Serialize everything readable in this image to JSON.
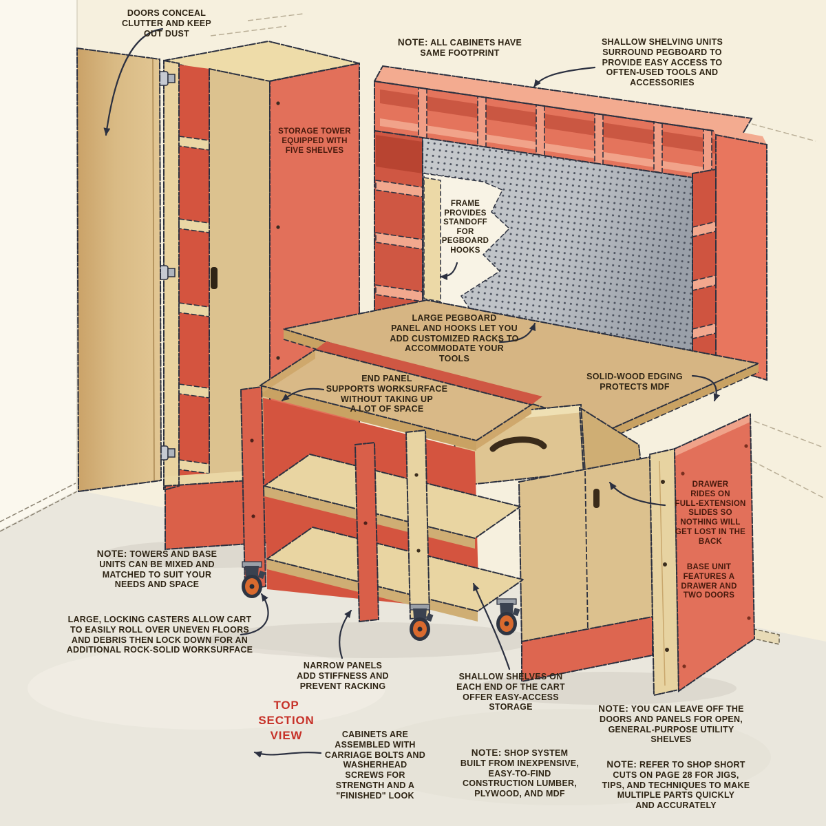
{
  "figure": {
    "kind": "workshop shop-system cutaway illustration",
    "note_prefix": "NOTE:"
  },
  "palette": {
    "wall": "#f6f0de",
    "wall_left": "#fbf8ee",
    "floor": "#eae7dd",
    "salmon": "#e4745c",
    "salmon_light": "#f3ab90",
    "salmon_dark": "#cf5743",
    "red_kick": "#da6049",
    "tan": "#d9bb87",
    "tan_light": "#ecd9a7",
    "tan_dark": "#c9a263",
    "mdf_top": "#d6b583",
    "pegboard": "#c7cacd",
    "ink": "#2c3140",
    "caster_orange": "#d96a2e",
    "text": "#2e2414",
    "text_on_red": "#46190c",
    "red_text": "#c63128"
  },
  "callouts": {
    "doors": {
      "text": "DOORS CONCEAL\nCLUTTER AND KEEP\nOUT DUST"
    },
    "note_footprint": {
      "prefix": "NOTE:",
      "text": " ALL CABINETS HAVE\nSAME FOOTPRINT"
    },
    "shallow_units": {
      "text": "SHALLOW SHELVING UNITS\nSURROUND PEGBOARD TO\nPROVIDE EASY ACCESS TO\nOFTEN-USED TOOLS AND\nACCESSORIES"
    },
    "storage_tower": {
      "text": "STORAGE TOWER\nEQUIPPED WITH\nFIVE SHELVES"
    },
    "frame_standoff": {
      "text": "FRAME\nPROVIDES\nSTANDOFF\nFOR\nPEGBOARD\nHOOKS"
    },
    "large_pegboard": {
      "text": "LARGE PEGBOARD\nPANEL AND HOOKS LET YOU\nADD CUSTOMIZED RACKS TO\nACCOMMODATE YOUR\nTOOLS"
    },
    "end_panel": {
      "text": "END PANEL\nSUPPORTS WORKSURFACE\nWITHOUT TAKING UP\nA LOT OF SPACE"
    },
    "solid_wood": {
      "text": "SOLID-WOOD EDGING\nPROTECTS MDF"
    },
    "drawer_rides": {
      "text": "DRAWER\nRIDES ON\nFULL-EXTENSION\nSLIDES SO\nNOTHING WILL\nGET LOST IN THE\nBACK"
    },
    "base_unit": {
      "text": "BASE UNIT\nFEATURES A\nDRAWER AND\nTWO DOORS"
    },
    "note_towers": {
      "prefix": "NOTE:",
      "text": " TOWERS AND BASE\nUNITS CAN BE MIXED AND\nMATCHED TO SUIT YOUR\nNEEDS AND SPACE"
    },
    "casters": {
      "text": "LARGE, LOCKING CASTERS ALLOW CART\nTO EASILY ROLL OVER UNEVEN FLOORS\nAND DEBRIS THEN LOCK DOWN FOR AN\nADDITIONAL ROCK-SOLID WORKSURFACE"
    },
    "narrow_panels": {
      "text": "NARROW PANELS\nADD STIFFNESS AND\nPREVENT RACKING"
    },
    "top_section_view": {
      "text": "TOP\nSECTION\nVIEW"
    },
    "cabinets_assembled": {
      "text": "CABINETS ARE\nASSEMBLED WITH\nCARRIAGE BOLTS AND\nWASHERHEAD\nSCREWS FOR\nSTRENGTH AND A\n\"FINISHED\" LOOK"
    },
    "shallow_shelves": {
      "text": "SHALLOW SHELVES ON\nEACH END OF THE CART\nOFFER EASY-ACCESS\nSTORAGE"
    },
    "note_shop": {
      "prefix": "NOTE:",
      "text": " SHOP SYSTEM\nBUILT FROM INEXPENSIVE,\nEASY-TO-FIND\nCONSTRUCTION LUMBER,\nPLYWOOD, AND MDF"
    },
    "note_leave": {
      "prefix": "NOTE:",
      "text": " YOU CAN LEAVE OFF THE\nDOORS AND PANELS FOR OPEN,\nGENERAL-PURPOSE UTILITY SHELVES"
    },
    "note_refer": {
      "prefix": "NOTE:",
      "text": " REFER TO SHOP SHORT\nCUTS ON PAGE 28 FOR JIGS,\nTIPS, AND TECHNIQUES TO MAKE\nMULTIPLE PARTS QUICKLY\nAND ACCURATELY"
    }
  }
}
